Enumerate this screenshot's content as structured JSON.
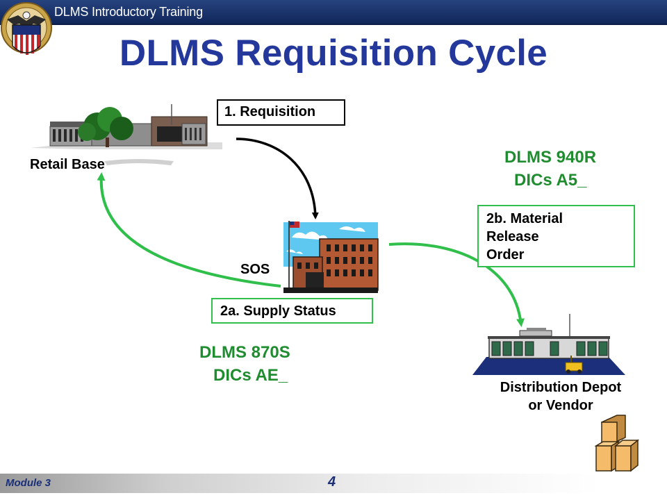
{
  "header": {
    "title": "DLMS Introductory Training"
  },
  "slide": {
    "title": "DLMS Requisition Cycle",
    "nodes": {
      "retail_base": "Retail Base",
      "sos": "SOS",
      "depot_line1": "Distribution Depot",
      "depot_line2": "or Vendor"
    },
    "steps": {
      "requisition": "1.  Requisition",
      "supply_status": "2a. Supply Status",
      "material_release_line1": "2b. Material",
      "material_release_line2": "Release",
      "material_release_line3": "Order"
    },
    "transactions": {
      "mro_line1": "DLMS 940R",
      "mro_line2": "DICs A5_",
      "status_line1": "DLMS 870S",
      "status_line2": "DICs AE_"
    },
    "colors": {
      "title": "#23389a",
      "arrow_green": "#2fbf4a",
      "text_green": "#1f8d2f",
      "arrow_black": "#000000"
    }
  },
  "footer": {
    "module": "Module 3",
    "page": "4"
  }
}
